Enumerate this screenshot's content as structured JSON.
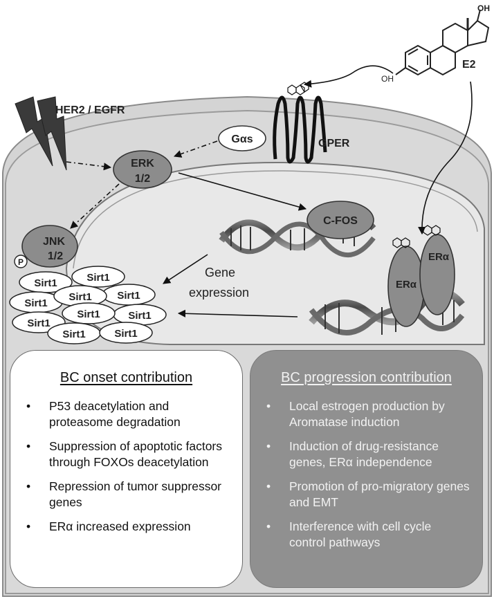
{
  "labels": {
    "e2": "E2",
    "oh_top": "OH",
    "oh_left": "OH",
    "her2_egfr": "HER2 / EGFR",
    "gpcr": "GPER",
    "gas": "Gαs",
    "erk_line1": "ERK",
    "erk_line2": "1/2",
    "jnk_line1": "JNK",
    "jnk_line2": "1/2",
    "phospho": "P",
    "cfos": "C-FOS",
    "era1": "ERα",
    "era2": "ERα",
    "gene_line1": "Gene",
    "gene_line2": "expression",
    "sirt1": "Sirt1"
  },
  "onset": {
    "title": "BC onset contribution",
    "items": [
      "P53 deacetylation and proteasome degradation",
      "Suppression of apoptotic factors through FOXOs deacetylation",
      "Repression of tumor suppressor genes",
      "ERα increased expression"
    ]
  },
  "progression": {
    "title": "BC progression contribution",
    "items": [
      "Local estrogen production by Aromatase induction",
      "Induction of drug-resistance genes, ERα independence",
      "Promotion of pro-migratory genes and EMT",
      "Interference with cell cycle control pathways"
    ]
  },
  "colors": {
    "cell_fill": "#d4d4d4",
    "nucleus_fill": "#e9e9e9",
    "node_fill": "#8c8c8c",
    "progression_fill": "#909090"
  }
}
